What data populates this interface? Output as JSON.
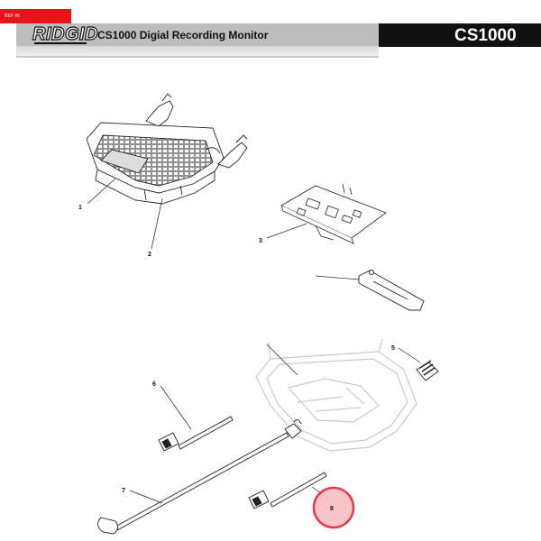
{
  "header": {
    "ref_tag": "REF #5",
    "brand": "RIDGID",
    "title": "CS1000 Digial Recording Monitor",
    "model": "CS1000"
  },
  "callouts": [
    {
      "id": "1",
      "label": "1"
    },
    {
      "id": "2",
      "label": "2"
    },
    {
      "id": "3",
      "label": "3"
    },
    {
      "id": "5",
      "label": "5"
    },
    {
      "id": "6",
      "label": "6"
    },
    {
      "id": "7",
      "label": "7"
    },
    {
      "id": "8",
      "label": "8",
      "highlighted": true
    }
  ],
  "colors": {
    "accent_red": "#e8141c",
    "header_gray": "#bdbdbd",
    "highlight_ring": "#e23c48",
    "highlight_fill": "#f8c4c8"
  }
}
